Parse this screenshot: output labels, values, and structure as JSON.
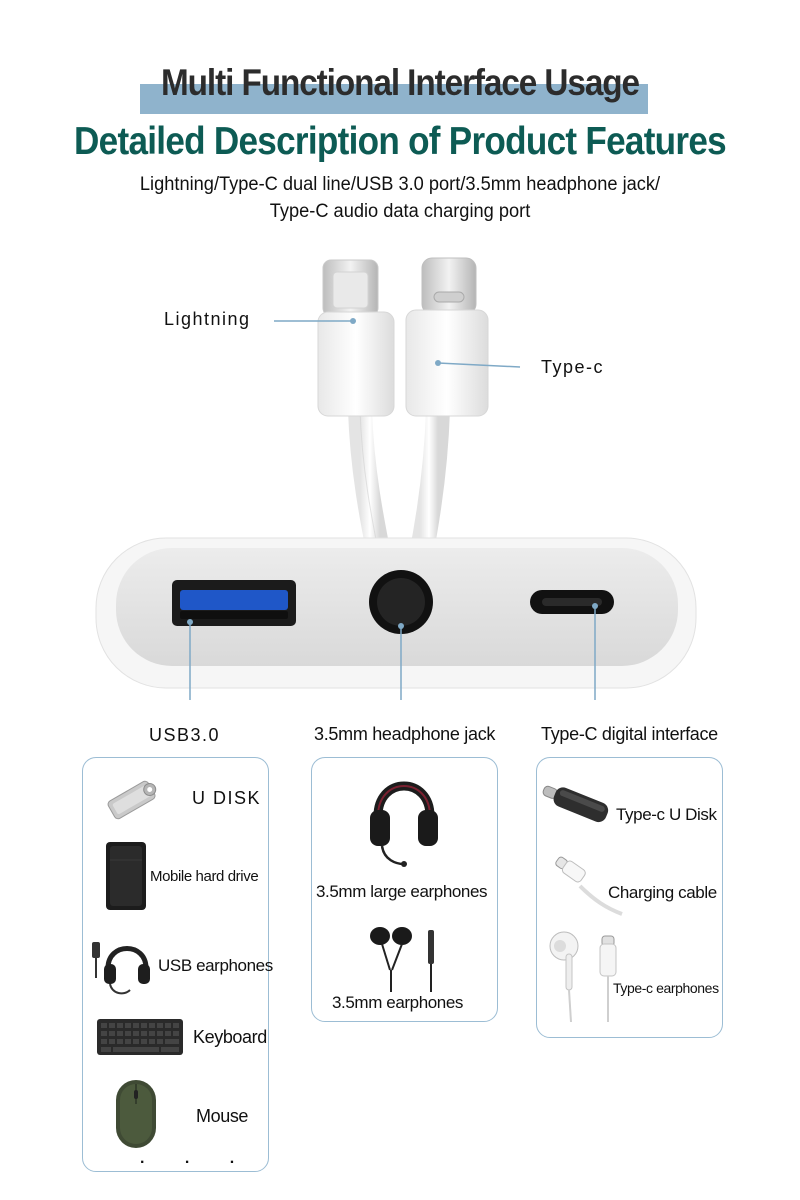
{
  "heading": {
    "title": "Multi Functional Interface Usage",
    "subtitle": "Detailed Description of Product Features",
    "description_line1": "Lightning/Type-C dual line/USB 3.0 port/3.5mm headphone jack/",
    "description_line2": "Type-C audio data charging port"
  },
  "cable_labels": {
    "lightning": "Lightning",
    "typec": "Type-c"
  },
  "port_labels": {
    "usb": "USB3.0",
    "headphone": "3.5mm headphone jack",
    "typec": "Type-C digital interface"
  },
  "usb_panel": {
    "items": [
      {
        "label": "U DISK",
        "icon": "usb-drive-icon"
      },
      {
        "label": "Mobile hard drive",
        "icon": "hard-drive-icon"
      },
      {
        "label": "USB earphones",
        "icon": "usb-headset-icon"
      },
      {
        "label": "Keyboard",
        "icon": "keyboard-icon"
      },
      {
        "label": "Mouse",
        "icon": "mouse-icon"
      }
    ],
    "more": ". . ."
  },
  "headphone_panel": {
    "items": [
      {
        "label": "3.5mm large earphones",
        "icon": "headphones-icon"
      },
      {
        "label": "3.5mm earphones",
        "icon": "earphones-icon"
      }
    ]
  },
  "typec_panel": {
    "items": [
      {
        "label": "Type-c U Disk",
        "icon": "typec-drive-icon"
      },
      {
        "label": "Charging cable",
        "icon": "cable-icon"
      },
      {
        "label": "Type-c earphones",
        "icon": "typec-earphones-icon"
      }
    ]
  },
  "colors": {
    "accent_band": "#8fb3cc",
    "subtitle": "#0d5b54",
    "callout_line": "#7fa9c6",
    "usb_blue": "#1f57c8"
  }
}
